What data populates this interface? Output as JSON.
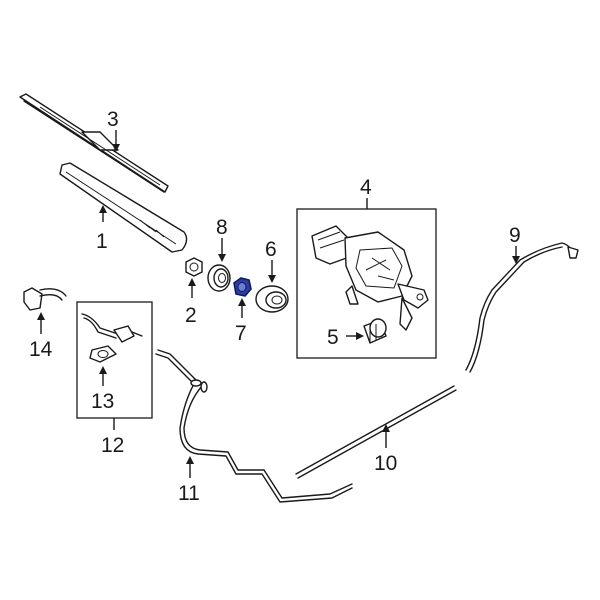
{
  "callouts": {
    "c1": "1",
    "c2": "2",
    "c3": "3",
    "c4": "4",
    "c5": "5",
    "c6": "6",
    "c7": "7",
    "c8": "8",
    "c9": "9",
    "c10": "10",
    "c11": "11",
    "c12": "12",
    "c13": "13",
    "c14": "14"
  },
  "colors": {
    "line": "#1a1a1a",
    "highlight_fill": "#2c3e9e",
    "highlight_stroke": "#0d1a66",
    "background": "#ffffff"
  },
  "highlighted_part": "7"
}
